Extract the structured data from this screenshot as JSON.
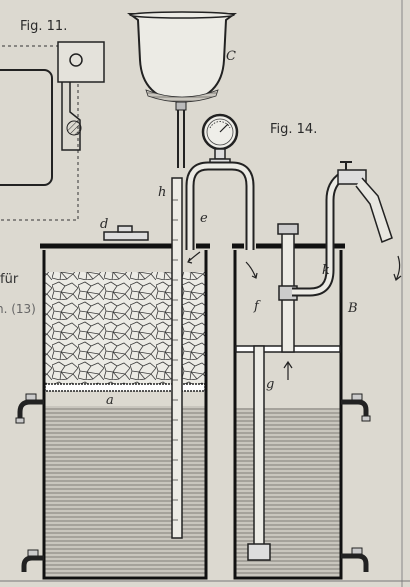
{
  "captions": {
    "fig11": "Fig. 11.",
    "fig14": "Fig. 14."
  },
  "labels": {
    "a": "a",
    "B": "B",
    "C": "C",
    "d": "d",
    "e": "e",
    "f": "f",
    "g": "g",
    "h": "h",
    "k": "k"
  },
  "side_text": {
    "fuer": "für",
    "ref13": "n. (13)"
  },
  "icons": [
    "pressure-gauge-icon",
    "water-tap-icon",
    "funnel-icon"
  ],
  "colors": {
    "paper": "#dcd9d0",
    "ink": "#1e1e1e",
    "water": "#b8b5ad",
    "stones": "#e8e6df"
  }
}
